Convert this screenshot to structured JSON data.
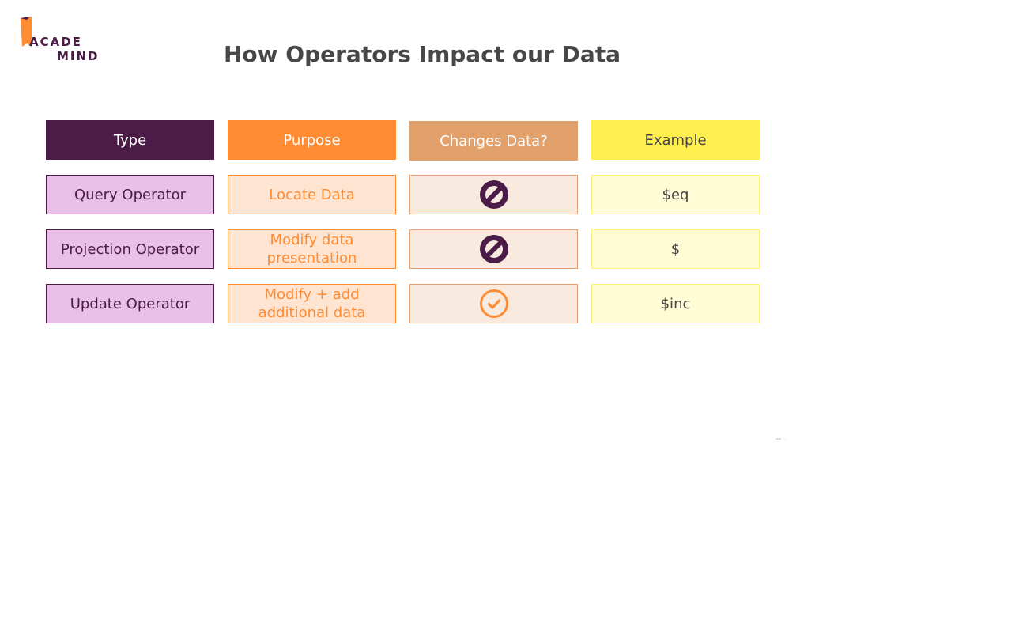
{
  "logo": {
    "line1": "ACADE",
    "line2": "MIND",
    "colors": {
      "mark": "#ff8c33",
      "text": "#4a1c47"
    }
  },
  "title": "How Operators Impact our Data",
  "table": {
    "headers": [
      "Type",
      "Purpose",
      "Changes Data?",
      "Example"
    ],
    "rows": [
      {
        "type": "Query Operator",
        "purpose": "Locate Data",
        "changes_icon": "prohibited-icon",
        "example": "$eq"
      },
      {
        "type": "Projection Operator",
        "purpose": "Modify data presentation",
        "changes_icon": "prohibited-icon",
        "example": "$"
      },
      {
        "type": "Update Operator",
        "purpose": "Modify + add additional data",
        "changes_icon": "check-circle-icon",
        "example": "$inc"
      }
    ]
  },
  "colors": {
    "type": "#4a1c47",
    "purpose": "#ff8c33",
    "changes": "#e2a06a",
    "example": "#ffef4e"
  }
}
